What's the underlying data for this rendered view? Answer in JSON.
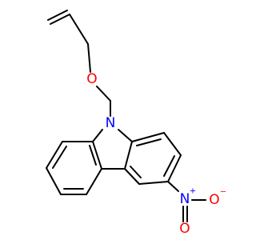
{
  "molecule": {
    "colors": {
      "background": "#ffffff",
      "bond": "#000000",
      "nitrogen": "#0000ff",
      "oxygen": "#ff0000"
    },
    "atoms": {
      "o_ether": {
        "label": "O",
        "color": "#ff0000"
      },
      "n_carbazole": {
        "label": "N",
        "color": "#0000ff"
      },
      "n_nitro": {
        "label": "N",
        "charge": "+",
        "color": "#0000ff"
      },
      "o_nitro_double": {
        "label": "O",
        "color": "#ff0000"
      },
      "o_nitro_single": {
        "label": "O",
        "charge": "−",
        "color": "#ff0000"
      }
    }
  }
}
